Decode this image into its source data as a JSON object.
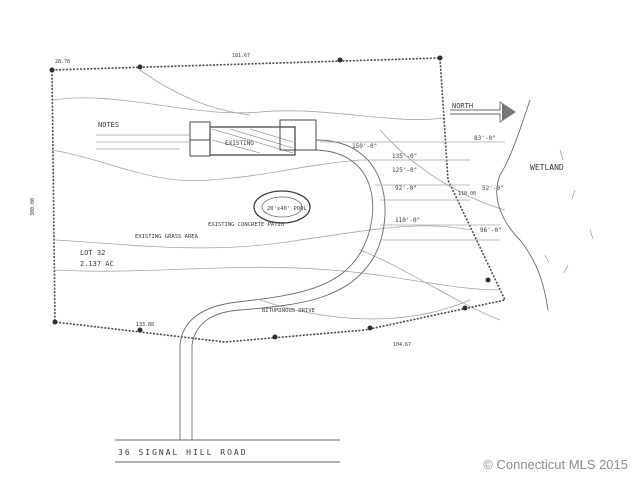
{
  "north_label": "NORTH",
  "wetland_label": "WETLAND",
  "notes_title": "NOTES",
  "road_label": "36 SIGNAL HILL ROAD",
  "lot_label": "LOT 32",
  "acreage_label": "2.137 AC",
  "pool_label": "20'x40' POOL",
  "house_label": "EXISTING",
  "patio_label": "EXISTING CONCRETE PATIO",
  "grass_label": "EXISTING GRASS AREA",
  "driveway_label": "BITUMINOUS DRIVE",
  "copyright": "© Connecticut MLS 2015",
  "distances": {
    "d1": "83'-0\"",
    "d2": "135'-0\"",
    "d3": "125'-0\"",
    "d4": "92'-0\"",
    "d5": "52'-0\"",
    "d6": "110'-0\"",
    "d7": "96'-0\"",
    "d8": "150'-0\""
  },
  "bearings": {
    "top_left": "28.78",
    "top_mid": "181.67",
    "bottom_left": "133.88",
    "bottom_mid": "104.67",
    "left_side": "300.00",
    "right_mid": "110.00"
  },
  "colors": {
    "pencil": "#6a6a6a",
    "ink": "#3a3a3a",
    "boundary": "#4a4a4a"
  }
}
